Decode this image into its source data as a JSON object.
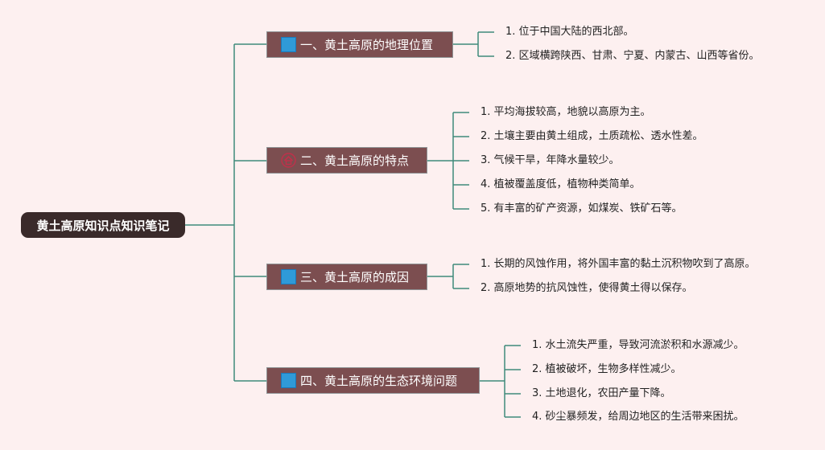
{
  "root": {
    "label": "黄土高原知识点知识笔记"
  },
  "branches": [
    {
      "label": "一、黄土高原的地理位置",
      "icon": "blue-flag-icon",
      "items": [
        "1. 位于中国大陆的西北部。",
        "2. 区域横跨陕西、甘肃、宁夏、内蒙古、山西等省份。"
      ]
    },
    {
      "label": "二、黄土高原的特点",
      "icon": "house-icon",
      "items": [
        "1. 平均海拔较高，地貌以高原为主。",
        "2. 土壤主要由黄土组成，土质疏松、透水性差。",
        "3. 气候干旱，年降水量较少。",
        "4. 植被覆盖度低，植物种类简单。",
        "5. 有丰富的矿产资源，如煤炭、铁矿石等。"
      ]
    },
    {
      "label": "三、黄土高原的成因",
      "icon": "blue-flag-icon",
      "items": [
        "1. 长期的风蚀作用，将外国丰富的黏土沉积物吹到了高原。",
        "2. 高原地势的抗风蚀性，使得黄土得以保存。"
      ]
    },
    {
      "label": "四、黄土高原的生态环境问题",
      "icon": "blue-flag-icon",
      "items": [
        "1. 水土流失严重，导致河流淤积和水源减少。",
        "2. 植被破坏，生物多样性减少。",
        "3. 土地退化，农田产量下降。",
        "4. 砂尘暴频发，给周边地区的生活带来困扰。"
      ]
    }
  ],
  "colors": {
    "background": "#fdf0f0",
    "root": "#3a2a2a",
    "branch": "#7c4e50",
    "connector": "#3e8a7a",
    "flag": "#2f9ad8",
    "house": "#c0304a"
  }
}
